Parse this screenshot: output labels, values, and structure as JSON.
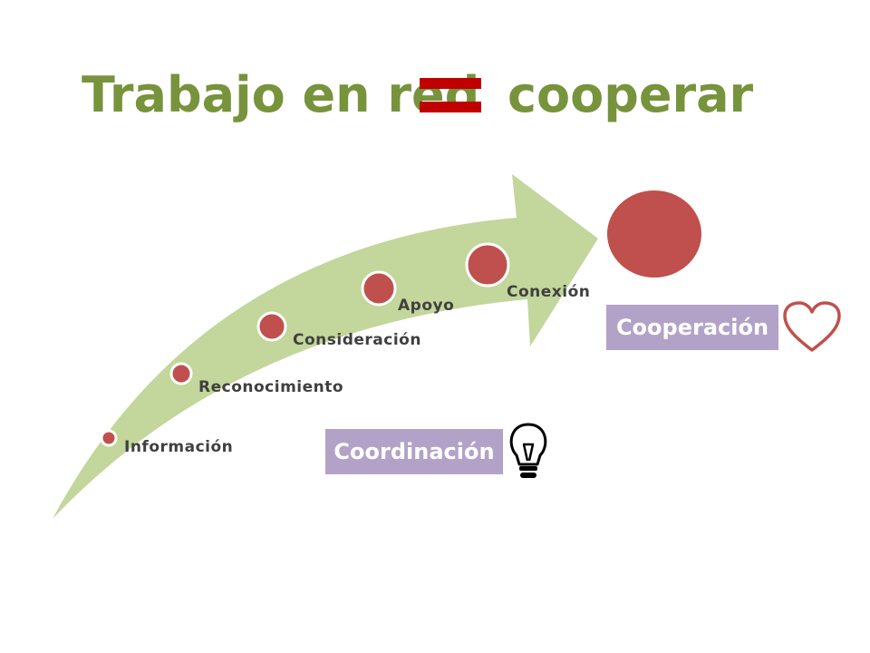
{
  "title": {
    "left": "Trabajo en red",
    "right": "cooperar",
    "symbol": "equals-icon",
    "color": "#77933c",
    "symbol_color": "#c00000"
  },
  "steps": [
    {
      "label": "Información"
    },
    {
      "label": "Reconocimiento"
    },
    {
      "label": "Consideración"
    },
    {
      "label": "Apoyo"
    },
    {
      "label": "Conexión"
    }
  ],
  "boxes": {
    "coordination": {
      "label": "Coordinación",
      "icon": "lightbulb-icon"
    },
    "cooperation": {
      "label": "Cooperación",
      "icon": "heart-icon"
    }
  },
  "colors": {
    "arrow": "#c3d69b",
    "dot_fill": "#c0504d",
    "dot_stroke": "#ffffff",
    "box_fill": "#b3a2c7",
    "box_text": "#ffffff",
    "icon_stroke": "#c0504d"
  }
}
